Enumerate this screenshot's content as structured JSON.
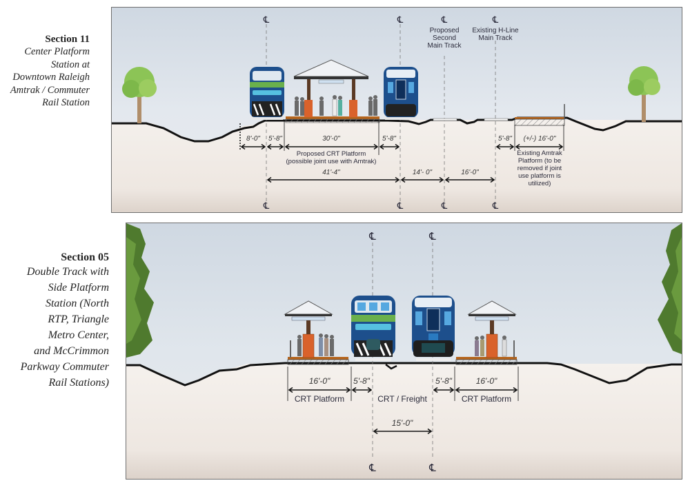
{
  "sections": [
    {
      "id": "section-11",
      "title": "Section 11",
      "description_lines": [
        "Center Platform",
        "Station at",
        "Downtown Raleigh",
        "Amtrak / Commuter",
        "Rail Station"
      ],
      "centerline_symbol": "℄",
      "track_labels": {
        "proposed_second": [
          "Proposed",
          "Second",
          "Main Track"
        ],
        "existing_hline": [
          "Existing H-Line",
          "Main Track"
        ]
      },
      "dimensions": {
        "d1": "8'-0\"",
        "d2": "5'-8\"",
        "d3": "30'-0\"",
        "d4": "5'-8\"",
        "d5": "5'-8\"",
        "d6": "(+/-) 16'-0\"",
        "d7": "41'-4\"",
        "d8": "14'- 0\"",
        "d9": "16'-0\""
      },
      "notes": {
        "crt_platform": [
          "Proposed CRT Platform",
          "(possible joint use with Amtrak)"
        ],
        "amtrak_platform": [
          "Existing Amtrak",
          "Platform (to be",
          "removed if joint",
          "use platform is",
          "utilized)"
        ]
      }
    },
    {
      "id": "section-05",
      "title": "Section 05",
      "description_lines": [
        "Double Track with",
        "Side Platform",
        "Station (North",
        "RTP, Triangle",
        "Metro Center,",
        "and McCrimmon",
        "Parkway Commuter",
        "Rail Stations)"
      ],
      "centerline_symbol": "℄",
      "dimensions": {
        "left_platform": "16'-0\"",
        "left_offset": "5'-8\"",
        "right_offset": "5'-8\"",
        "right_platform": "16'-0\"",
        "track_spacing": "15'-0\""
      },
      "labels": {
        "left_platform": "CRT Platform",
        "center": "CRT / Freight",
        "right_platform": "CRT Platform"
      }
    }
  ],
  "colors": {
    "sky_top": "#d9e0e8",
    "ground": "#efe9e4",
    "ground_line": "#111111",
    "tree_green": "#8cc456",
    "dark_tree": "#4f7a2e",
    "train_blue": "#1d4f8c",
    "train_green": "#6ab04c",
    "shelter_pillar": "#d9622b",
    "platform_trim": "#b5651d"
  }
}
